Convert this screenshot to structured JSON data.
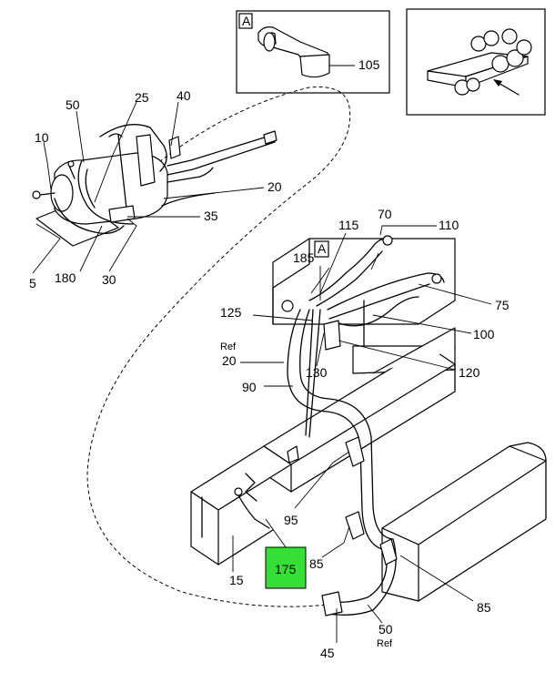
{
  "callouts": {
    "c10": "10",
    "c50_top": "50",
    "c25": "25",
    "c40": "40",
    "c20_top": "20",
    "c35": "35",
    "c5": "5",
    "c180": "180",
    "c30": "30",
    "c70": "70",
    "c115": "115",
    "c110": "110",
    "c185": "185",
    "cA_main": "A",
    "c75": "75",
    "c125": "125",
    "c100": "100",
    "c20_ref": "20",
    "ref1": "Ref",
    "c130": "130",
    "c120": "120",
    "c90": "90",
    "c95": "95",
    "c85_a": "85",
    "c175": "175",
    "c15": "15",
    "c85_b": "85",
    "c50_bot": "50",
    "ref2": "Ref",
    "c45": "45"
  },
  "inset_a": {
    "tag": "A",
    "callout": "105"
  },
  "highlight_color": "#33e033"
}
